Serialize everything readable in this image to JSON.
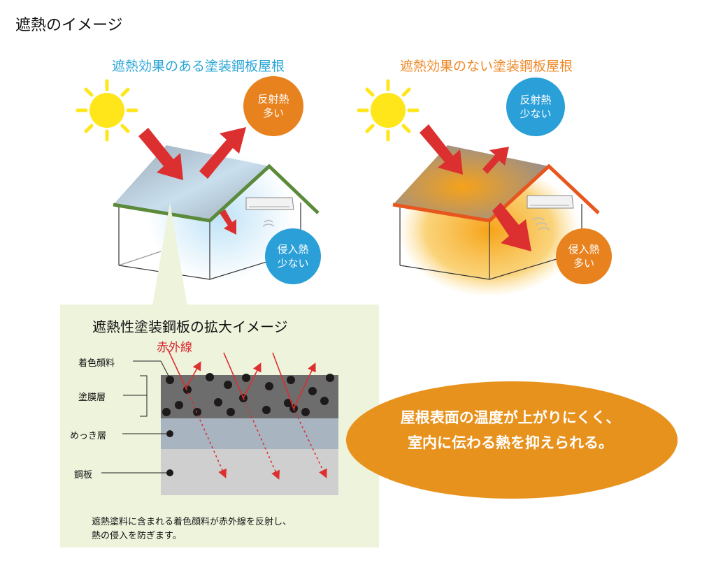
{
  "page_title": "遮熱のイメージ",
  "left_house": {
    "title": "遮熱効果のある塗装鋼板屋根",
    "reflected_badge": {
      "line1": "反射熱",
      "line2": "多い",
      "color": "#e8821e"
    },
    "intrusion_badge": {
      "line1": "侵入熱",
      "line2": "少ない",
      "color": "#2a9fd8"
    }
  },
  "right_house": {
    "title": "遮熱効果のない塗装鋼板屋根",
    "reflected_badge": {
      "line1": "反射熱",
      "line2": "少ない",
      "color": "#2a9fd8"
    },
    "intrusion_badge": {
      "line1": "侵入熱",
      "line2": "多い",
      "color": "#e8821e"
    }
  },
  "zoom_panel": {
    "title": "遮熱性塗装鋼板の拡大イメージ",
    "infrared_label": "赤外線",
    "layers": [
      "着色顔料",
      "塗膜層",
      "めっき層",
      "鋼板"
    ],
    "caption_line1": "遮熱塗料に含まれる着色顔料が赤外線を反射し、",
    "caption_line2": "熱の侵入を防ぎます。"
  },
  "summary": {
    "line1": "屋根表面の温度が上がりにくく、",
    "line2": "室内に伝わる熱を抑えられる。"
  },
  "colors": {
    "blue": "#2a9fd8",
    "orange": "#e8821e",
    "red_arrow": "#dc2f2f",
    "panel_bg": "#eef3dc"
  }
}
